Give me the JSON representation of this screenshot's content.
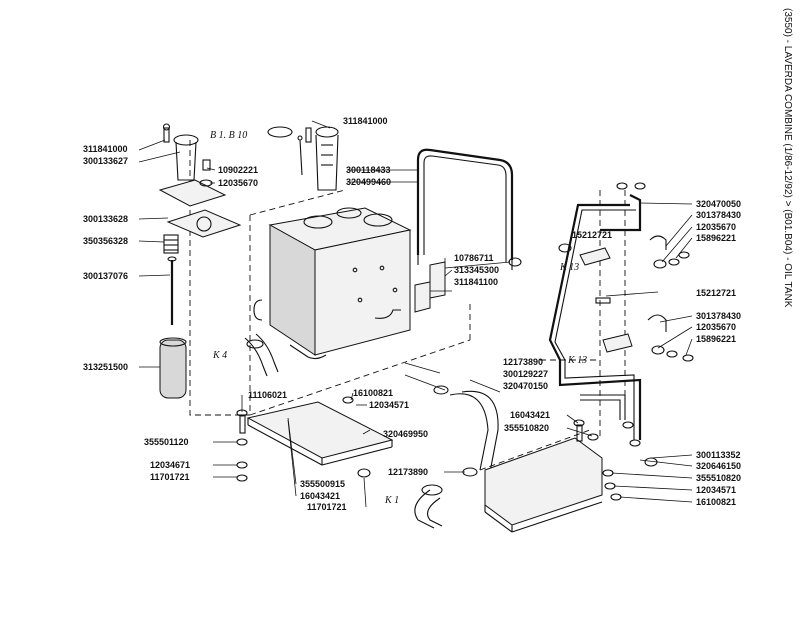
{
  "header": {
    "title": "(3550) - LAVERDA COMBINE (1/86-12/92) > (B01.B04) - OIL TANK"
  },
  "references": {
    "b1_b10": "B 1. B 10",
    "k4": "K 4",
    "k13_upper": "K 13",
    "k13_lower": "K 13",
    "k1": "K 1"
  },
  "part_labels": [
    "311841000",
    "311841000",
    "300133627",
    "10902221",
    "12035670",
    "300118433",
    "320499460",
    "300133628",
    "350356328",
    "300137076",
    "313251500",
    "10786711",
    "313345300",
    "311841100",
    "12173890",
    "300129227",
    "320470150",
    "16100821",
    "12034571",
    "11106021",
    "320469950",
    "355501120",
    "12034671",
    "11701721",
    "355500915",
    "16043421",
    "11701721",
    "12173890",
    "320470050",
    "301378430",
    "12035670",
    "15896221",
    "15212721",
    "15212721",
    "301378430",
    "12035670",
    "15896221",
    "16043421",
    "355510820",
    "300113352",
    "320646150",
    "355510820",
    "12034571",
    "16100821"
  ]
}
